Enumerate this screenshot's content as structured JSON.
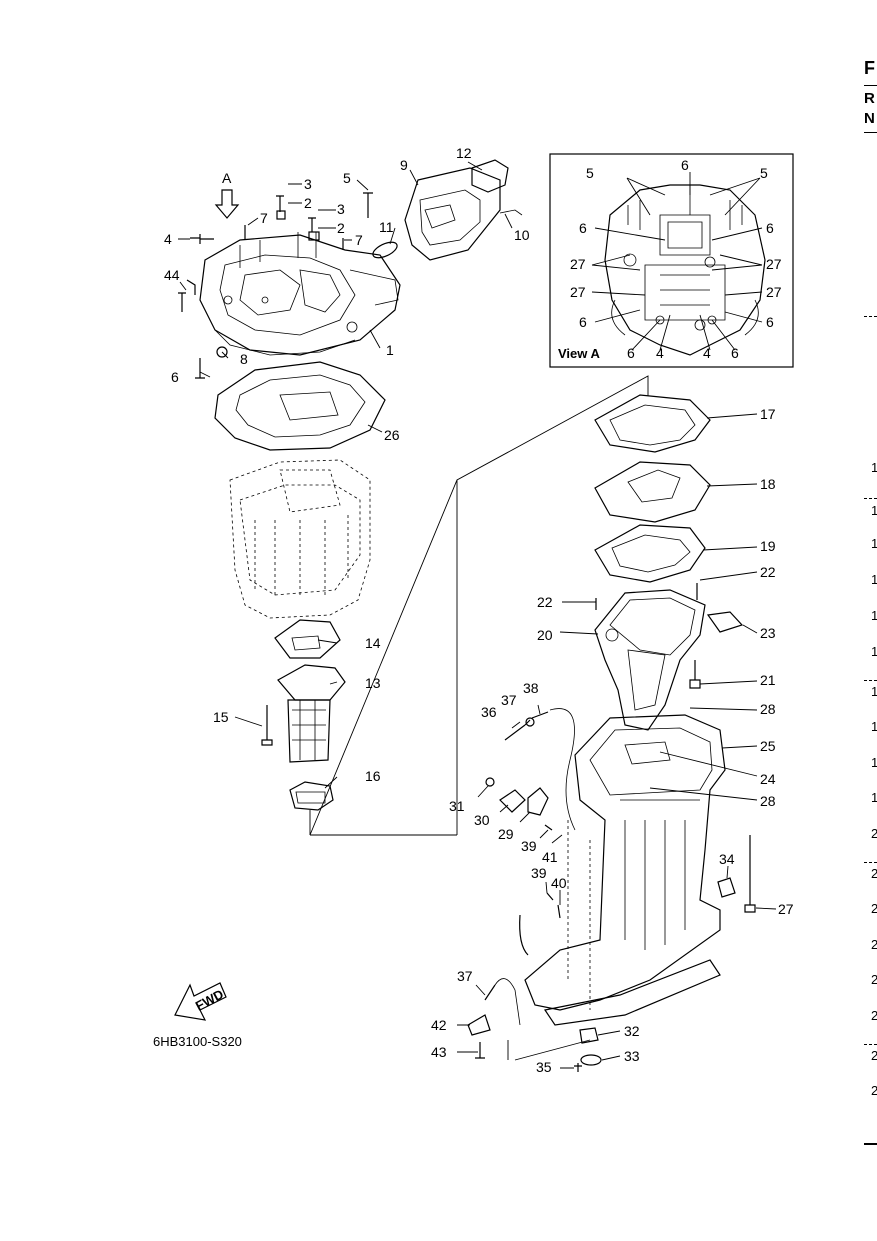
{
  "figure_code": "6HB3100-S320",
  "view_label": "View A",
  "arrow_label": "A",
  "fwd_label": "FWD",
  "callouts": {
    "c1": "1",
    "c2a": "2",
    "c2b": "2",
    "c3a": "3",
    "c3b": "3",
    "c4": "4",
    "c5": "5",
    "c6a": "6",
    "c7a": "7",
    "c7b": "7",
    "c8": "8",
    "c9": "9",
    "c10": "10",
    "c11": "11",
    "c12": "12",
    "c13": "13",
    "c14": "14",
    "c15": "15",
    "c16": "16",
    "c17": "17",
    "c18": "18",
    "c19": "19",
    "c20": "20",
    "c21": "21",
    "c22a": "22",
    "c22b": "22",
    "c23": "23",
    "c24": "24",
    "c25": "25",
    "c26": "26",
    "c27": "27",
    "c28a": "28",
    "c28b": "28",
    "c29": "29",
    "c30": "30",
    "c31": "31",
    "c32": "32",
    "c33": "33",
    "c34": "34",
    "c35": "35",
    "c36": "36",
    "c37a": "37",
    "c37b": "37",
    "c38": "38",
    "c39a": "39",
    "c39b": "39",
    "c40": "40",
    "c41": "41",
    "c42": "42",
    "c43": "43",
    "c44": "44"
  },
  "view_a_callouts": {
    "v5a": "5",
    "v5b": "5",
    "v6top": "6",
    "v6l": "6",
    "v6r": "6",
    "v27la": "27",
    "v27ra": "27",
    "v27lb": "27",
    "v27rb": "27",
    "v6bl": "6",
    "v6br": "6",
    "v6b1": "6",
    "v4a": "4",
    "v4b": "4",
    "v6b2": "6"
  },
  "right_edge": {
    "header_chars": [
      "F",
      "R",
      "N"
    ],
    "numbers": [
      "1",
      "1",
      "1",
      "1",
      "1",
      "1",
      "1",
      "1",
      "1",
      "1",
      "2",
      "2",
      "2",
      "2",
      "2",
      "2",
      "2",
      "2"
    ]
  }
}
